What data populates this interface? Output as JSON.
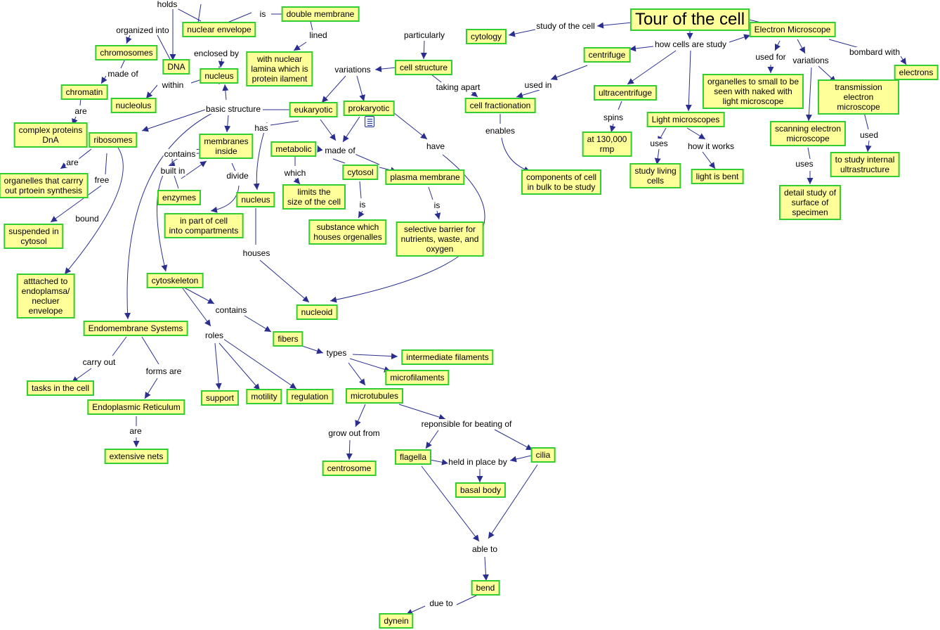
{
  "colors": {
    "line": "#2a2f8f",
    "node_fill": "#ffff99",
    "node_border": "#33cc33"
  },
  "concepts": {
    "tour_of_the_cell": "Tour of the cell",
    "cytology": "cytology",
    "electron_microscope": "Electron Microscope",
    "centrifuge": "centrifuge",
    "cell_structure": "cell structure",
    "cell_fractionation": "cell fractionation",
    "ultracentrifuge": "ultracentrifuge",
    "at_130000_rmp": "at 130,000\nrmp",
    "components_of_cell": "components of cell\nin bulk to be study",
    "light_microscopes": "Light microscopes",
    "study_living_cells": "study living\ncells",
    "light_is_bent": "light is bent",
    "organelles_too_small": "organelles to small to be\nseen with naked with\nlight microscope",
    "electrons": "electrons",
    "transmission_em": "transmission electron\nmicroscope",
    "scanning_em": "scanning electron\nmicroscope",
    "to_study_internal": "to study internal\nultrastructure",
    "detail_study_surface": "detail study of\nsurface of\nspecimen",
    "nuclear_envelope": "nuclear envelope",
    "double_membrane": "double membrane",
    "nuclear_lamina": "with nuclear\nlamina which is\nprotein ilament",
    "chromosomes": "chromosomes",
    "dna": "DNA",
    "nucleus_euk": "nucleus",
    "chromatin": "chromatin",
    "nucleolus": "nucleolus",
    "complex_proteins": "complex proteins\nDnA",
    "ribosomes": "ribosomes",
    "eukaryotic": "eukaryotic",
    "prokaryotic": "prokaryotic",
    "membranes_inside": "membranes\ninside",
    "metabolic": "metabolic",
    "organelles_protein": "organelles that carrry\nout prtoein synthesis",
    "enzymes": "enzymes",
    "cytosol": "cytosol",
    "plasma_membrane": "plasma membrane",
    "limits_size": "limits the\nsize of the cell",
    "nucleus_pro": "nucleus",
    "in_part_of_cell": "in part of cell\ninto compartments",
    "suspended_cytosol": "suspended in\ncytosol",
    "substance_houses": "substance which\nhouses orgenalles",
    "selective_barrier": "selective barrier for\nnutrients, waste, and\noxygen",
    "attached_er": "atttached to\nendoplamsa/\nnecluer\nenvelope",
    "cytoskeleton": "cytoskeleton",
    "nucleoid": "nucleoid",
    "endomembrane": "Endomembrane Systems",
    "fibers": "fibers",
    "intermediate_filaments": "intermediate filaments",
    "microfilaments": "microfilaments",
    "tasks_in_cell": "tasks in the cell",
    "microtubules": "microtubules",
    "support": "support",
    "motility": "motility",
    "regulation": "regulation",
    "endoplasmic_reticulum": "Endoplasmic Reticulum",
    "flagella": "flagella",
    "cilia": "cilia",
    "extensive_nets": "extensive nets",
    "centrosome": "centrosome",
    "basal_body": "basal body",
    "bend": "bend",
    "dynein": "dynein"
  },
  "linking_phrases": {
    "holds": "holds",
    "is_top": "is",
    "study_of_the_cell": "study of the cell",
    "organized_into": "organized into",
    "lined": "lined",
    "particularly": "particularly",
    "how_cells_are_study": "how cells are study",
    "bombard_with": "bombard with",
    "enclosed_by": "enclosed by",
    "used_for": "used for",
    "variations_em": "variations",
    "made_of_chrom": "made of",
    "variations_cs": "variations",
    "used_in": "used in",
    "within": "within",
    "taking_apart": "taking apart",
    "are_chromatin": "are",
    "basic_structure": "basic structure",
    "spins": "spins",
    "has": "has",
    "enables": "enables",
    "uses_light": "uses",
    "how_it_works": "how it works",
    "used_tem": "used",
    "have": "have",
    "contains_membranes": "contains",
    "made_of_pro": "made of",
    "which": "which",
    "are_ribo": "are",
    "built_in": "built in",
    "divide": "divide",
    "uses_sem": "uses",
    "free": "free",
    "is_cytosol": "is",
    "is_plasma": "is",
    "bound": "bound",
    "houses": "houses",
    "contains_cyto": "contains",
    "roles": "roles",
    "types": "types",
    "carry_out": "carry out",
    "forms_are": "forms are",
    "reponsible_for_beating": "reponsible for beating of",
    "are_er": "are",
    "grow_out_from": "grow out from",
    "held_in_place_by": "held in place by",
    "able_to": "able to",
    "due_to": "due to"
  }
}
